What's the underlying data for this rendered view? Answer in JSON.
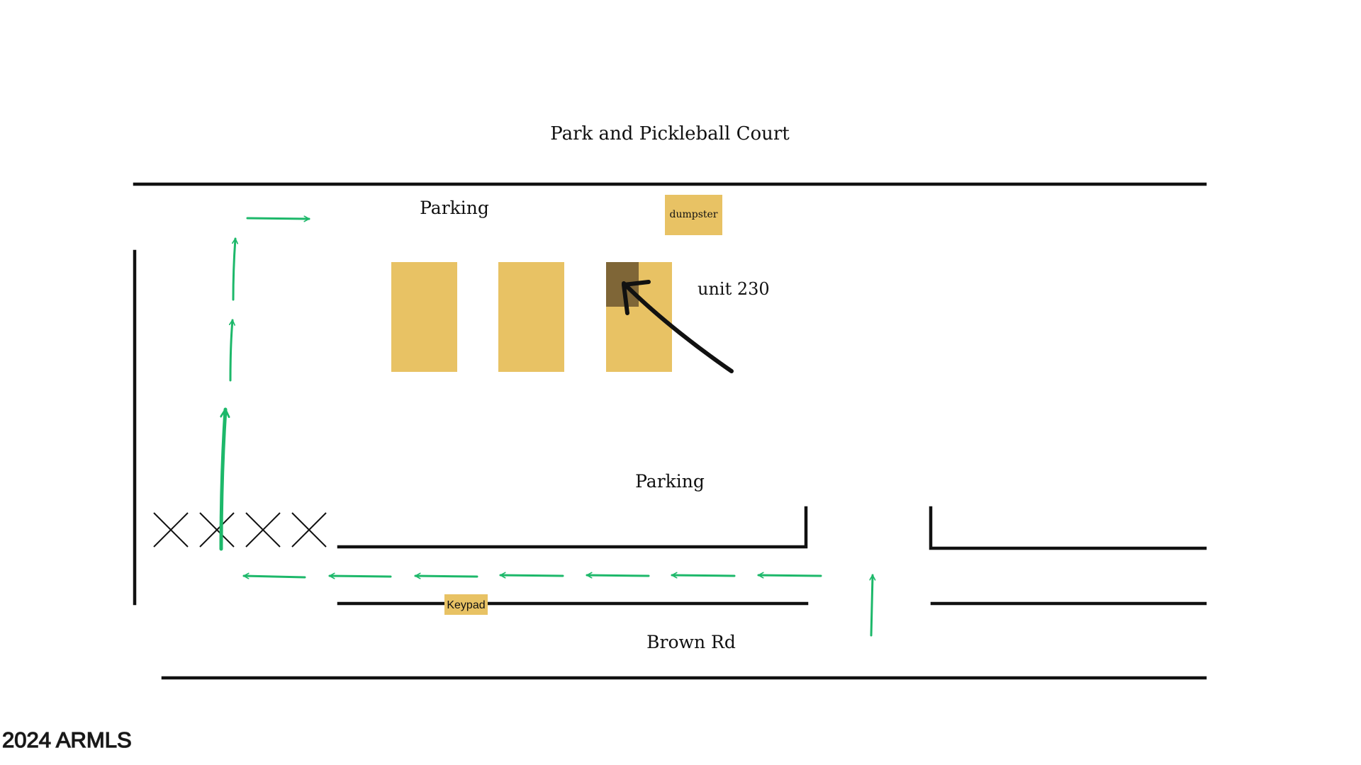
{
  "labels": {
    "title": "Park and Pickleball Court",
    "parking_top": "Parking",
    "parking_bottom": "Parking",
    "dumpster": "dumpster",
    "unit": "unit 230",
    "keypad": "Keypad",
    "road": "Brown Rd",
    "watermark": "2024 ARMLS"
  },
  "colors": {
    "building": "#e8c264",
    "unit_highlight": "#7f6637",
    "route_arrow": "#1db86a",
    "lines": "#111111"
  },
  "legend_meaning": {
    "crosses_count": 4,
    "route_left_arrows": 7
  }
}
